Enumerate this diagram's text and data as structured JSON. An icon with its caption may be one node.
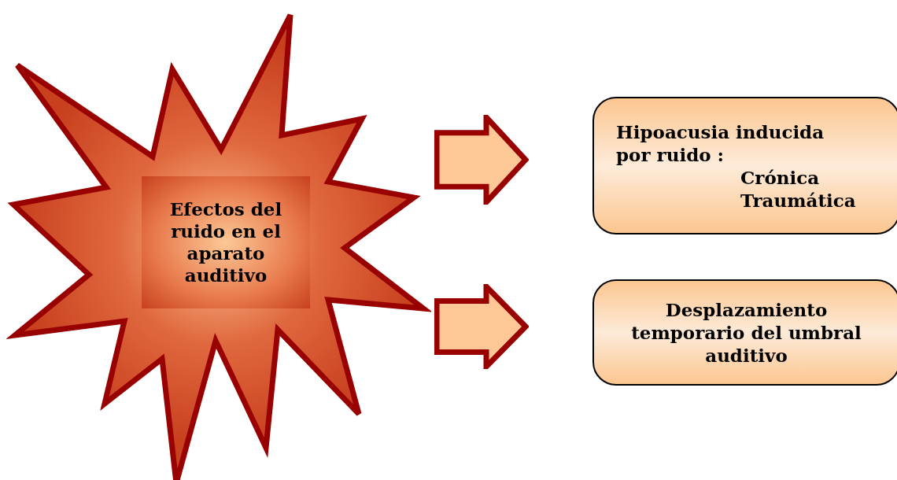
{
  "diagram": {
    "nodes": [
      {
        "text": [],
        "shape": "star"
      },
      {
        "text": [
          "Efectos del ruido en el aparato auditivo"
        ],
        "in": 0
      },
      {
        "text": [
          "Hipoacusia inducida por ruido :",
          "Crónica",
          "Traumática"
        ]
      },
      {
        "text": [
          "Desplazamiento temporario del umbral auditivo"
        ]
      }
    ],
    "edges": [
      {
        "from": 0,
        "to": 2,
        "arrow": "to",
        "style": "thick"
      },
      {
        "from": 0,
        "to": 3,
        "arrow": "to",
        "style": "thick"
      }
    ]
  }
}
